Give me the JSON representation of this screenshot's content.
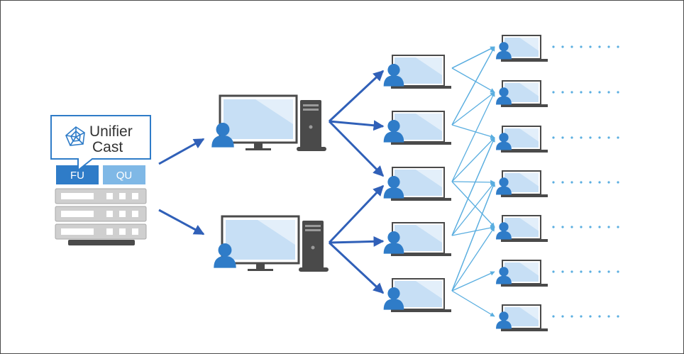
{
  "callout": {
    "line1": "Unifier",
    "line2": "Cast"
  },
  "server": {
    "fu_label": "FU",
    "qu_label": "QU"
  },
  "colors": {
    "dark_arrow": "#3060b8",
    "light_arrow": "#5aaee0",
    "user": "#2f7cc8",
    "screen": "#c7dff5",
    "device_frame": "#4a4a4a",
    "fu_fill": "#2f7cc8",
    "qu_fill": "#7fb8e6",
    "dots": "#5aaee0"
  },
  "icons": {
    "logo": "web-logo-icon",
    "user": "user-icon",
    "desktop": "desktop-computer-icon",
    "laptop": "laptop-icon",
    "server": "server-rack-icon"
  }
}
